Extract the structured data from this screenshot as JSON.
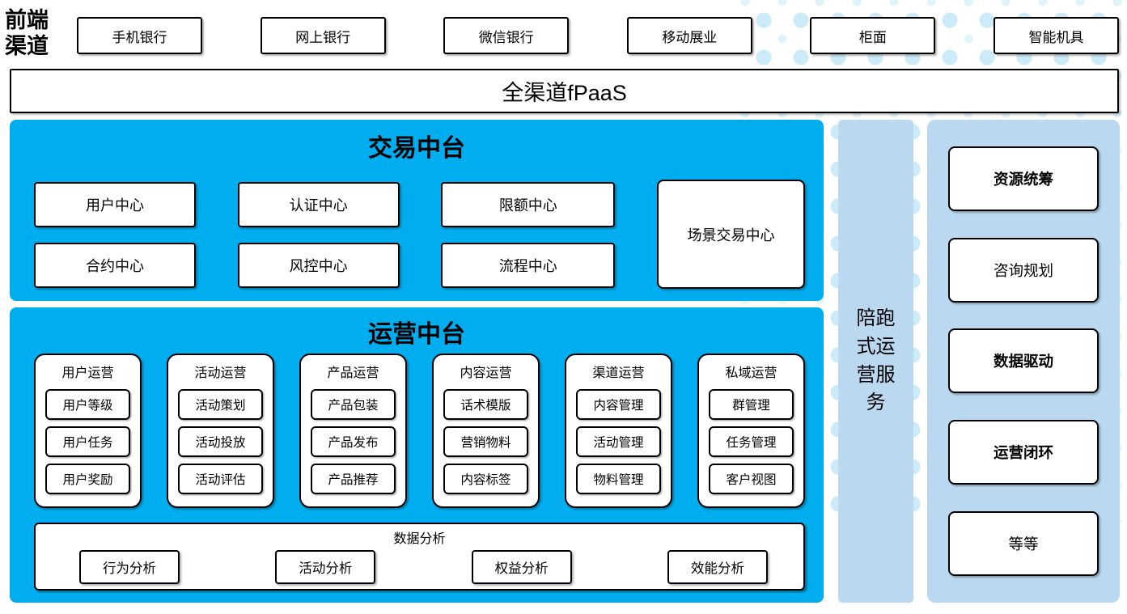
{
  "palette": {
    "panel_blue": "#00AEEF",
    "panel_light_blue": "#BAD8F0",
    "dot_color": "#CDEAF8",
    "border_color": "#000000"
  },
  "header": {
    "label": "前端渠道",
    "channels": [
      "手机银行",
      "网上银行",
      "微信银行",
      "移动展业",
      "柜面",
      "智能机具"
    ]
  },
  "fpaas_bar": {
    "label": "全渠道fPaaS"
  },
  "transaction_platform": {
    "title": "交易中台",
    "centers_row1": [
      "用户中心",
      "认证中心",
      "限额中心"
    ],
    "centers_row2": [
      "合约中心",
      "风控中心",
      "流程中心"
    ],
    "tall_center": "场景交易中心"
  },
  "operation_platform": {
    "title": "运营中台",
    "columns": [
      {
        "title": "用户运营",
        "items": [
          "用户等级",
          "用户任务",
          "用户奖励"
        ]
      },
      {
        "title": "活动运营",
        "items": [
          "活动策划",
          "活动投放",
          "活动评估"
        ]
      },
      {
        "title": "产品运营",
        "items": [
          "产品包装",
          "产品发布",
          "产品推荐"
        ]
      },
      {
        "title": "内容运营",
        "items": [
          "话术模版",
          "营销物料",
          "内容标签"
        ]
      },
      {
        "title": "渠道运营",
        "items": [
          "内容管理",
          "活动管理",
          "物料管理"
        ]
      },
      {
        "title": "私域运营",
        "items": [
          "群管理",
          "任务管理",
          "客户视图"
        ]
      }
    ],
    "data_analysis": {
      "title": "数据分析",
      "items": [
        "行为分析",
        "活动分析",
        "权益分析",
        "效能分析"
      ]
    }
  },
  "side_strip": {
    "label": "陪跑式运营服务"
  },
  "right_panel": {
    "items": [
      {
        "label": "资源统筹",
        "bold": true
      },
      {
        "label": "咨询规划",
        "bold": false
      },
      {
        "label": "数据驱动",
        "bold": true
      },
      {
        "label": "运营闭环",
        "bold": true
      },
      {
        "label": "等等",
        "bold": false
      }
    ]
  }
}
